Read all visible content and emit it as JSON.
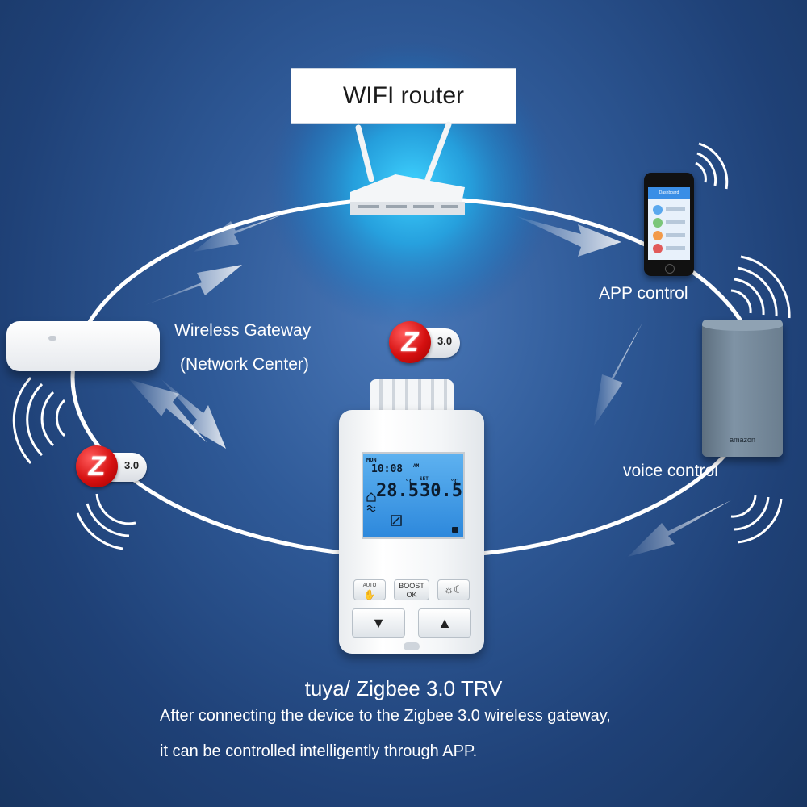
{
  "labels": {
    "router": "WIFI router",
    "gateway_line1": "Wireless Gateway",
    "gateway_line2": "(Network Center)",
    "app": "APP control",
    "voice": "voice control",
    "title": "tuya/ Zigbee 3.0 TRV",
    "desc_line1": "After connecting the device to the Zigbee 3.0 wireless gateway,",
    "desc_line2": "it can be controlled intelligently through APP."
  },
  "badges": {
    "zigbee_letter": "Z",
    "zigbee_version": "3.0"
  },
  "trv_display": {
    "day": "MON",
    "time": "10:08",
    "time_suffix": "AM",
    "current_temp": "28.5",
    "set_label": "SET",
    "set_temp": "30.5",
    "unit": "°C"
  },
  "trv_buttons": {
    "mode_label": "AUTO",
    "boost_label": "BOOST",
    "ok_label": "OK",
    "down_symbol": "▼",
    "up_symbol": "▲"
  },
  "devices": {
    "phone_header": "Dashboard",
    "speaker_brand": "amazon"
  },
  "colors": {
    "background": "#2f5a98",
    "zigbee_red": "#d51010",
    "lcd_blue": "#3d96e4",
    "router_glow": "#3fd3ff"
  }
}
